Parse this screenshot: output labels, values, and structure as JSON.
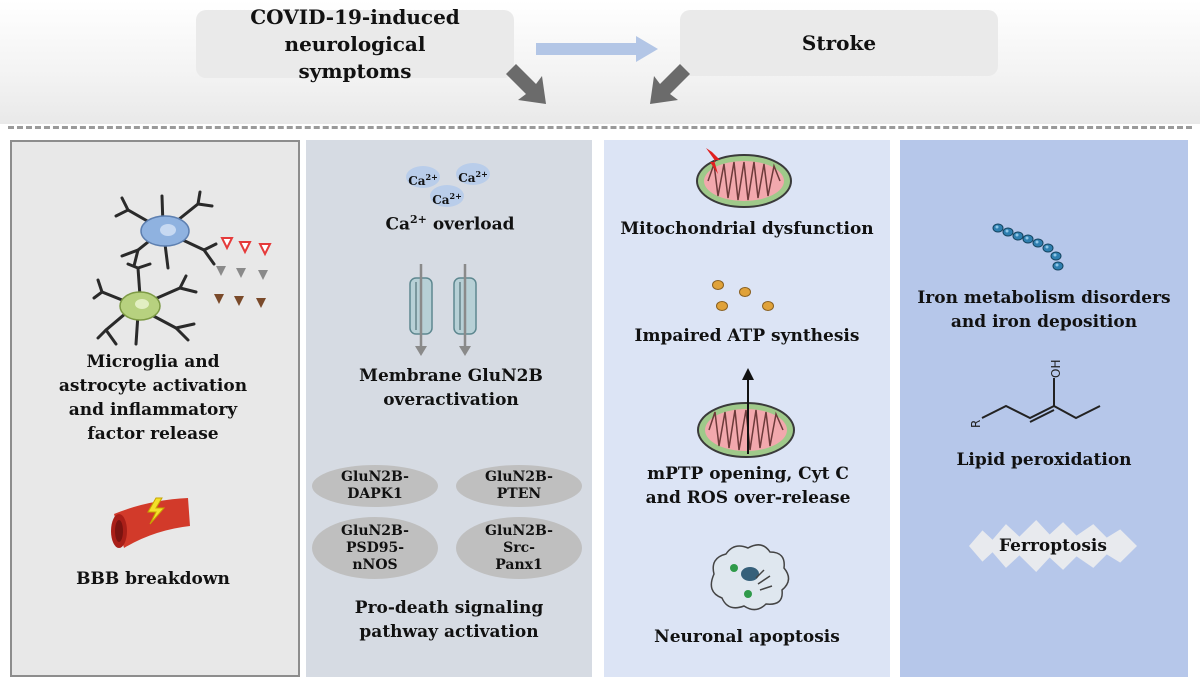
{
  "header": {
    "covid_box": "COVID-19-induced neurological symptoms",
    "stroke_box": "Stroke"
  },
  "panel_1": {
    "glia_label": "Microglia and astrocyte activation and inflammatory factor release",
    "bbb_label": "BBB breakdown"
  },
  "panel_2": {
    "ion_symbol": "Ca",
    "ion_charge": "2+",
    "calcium_label_main": "Ca",
    "calcium_label_sup": "2+",
    "calcium_label_rest": " overload",
    "membrane_label": "Membrane GluN2B overactivation",
    "pathways": [
      "GluN2B-DAPK1",
      "GluN2B-PTEN",
      "GluN2B-PSD95-nNOS",
      "GluN2B-Src-Panx1"
    ],
    "pathway_label": "Pro-death signaling pathway activation"
  },
  "panel_3": {
    "mito_label": "Mitochondrial dysfunction",
    "atp_label": "Impaired ATP synthesis",
    "mptp_label": "mPTP opening, Cyt C and ROS over-release",
    "apoptosis_label": "Neuronal apoptosis"
  },
  "panel_4": {
    "iron_label": "Iron metabolism disorders and iron deposition",
    "lipid_r": "R",
    "lipid_oh": "OH",
    "lipid_label": "Lipid peroxidation",
    "ferroptosis_label": "Ferroptosis"
  },
  "colors": {
    "flow_arrow": "#b3c6e6",
    "down_arrow": "#6b6b6b",
    "microglia": "#8fb2e0",
    "astrocyte": "#b7d17f",
    "mito_matrix": "#f2a8ad",
    "mito_membrane": "#9fc98a",
    "iron": "#2f7fb0",
    "atp": "#e0a23a"
  }
}
